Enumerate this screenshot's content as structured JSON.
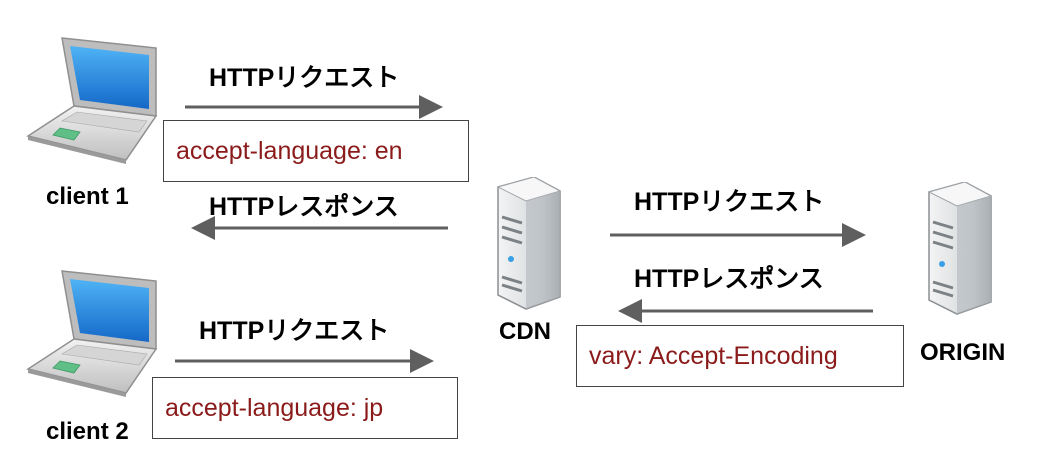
{
  "nodes": {
    "client1": {
      "label": "client 1"
    },
    "client2": {
      "label": "client 2"
    },
    "cdn": {
      "label": "CDN"
    },
    "origin": {
      "label": "ORIGIN"
    }
  },
  "arrows": {
    "c1_request": {
      "label": "HTTPリクエスト"
    },
    "c1_response": {
      "label": "HTTPレスポンス"
    },
    "c2_request": {
      "label": "HTTPリクエスト"
    },
    "cdn_request": {
      "label": "HTTPリクエスト"
    },
    "cdn_response": {
      "label": "HTTPレスポンス"
    }
  },
  "headers": {
    "c1": "accept-language: en",
    "c2": "accept-language: jp",
    "origin": "vary: Accept-Encoding"
  },
  "colors": {
    "arrow": "#5f5f5f",
    "header_text": "#8b1a1a",
    "laptop_screen": "#1e90e6",
    "server_body": "#d9dde0"
  }
}
